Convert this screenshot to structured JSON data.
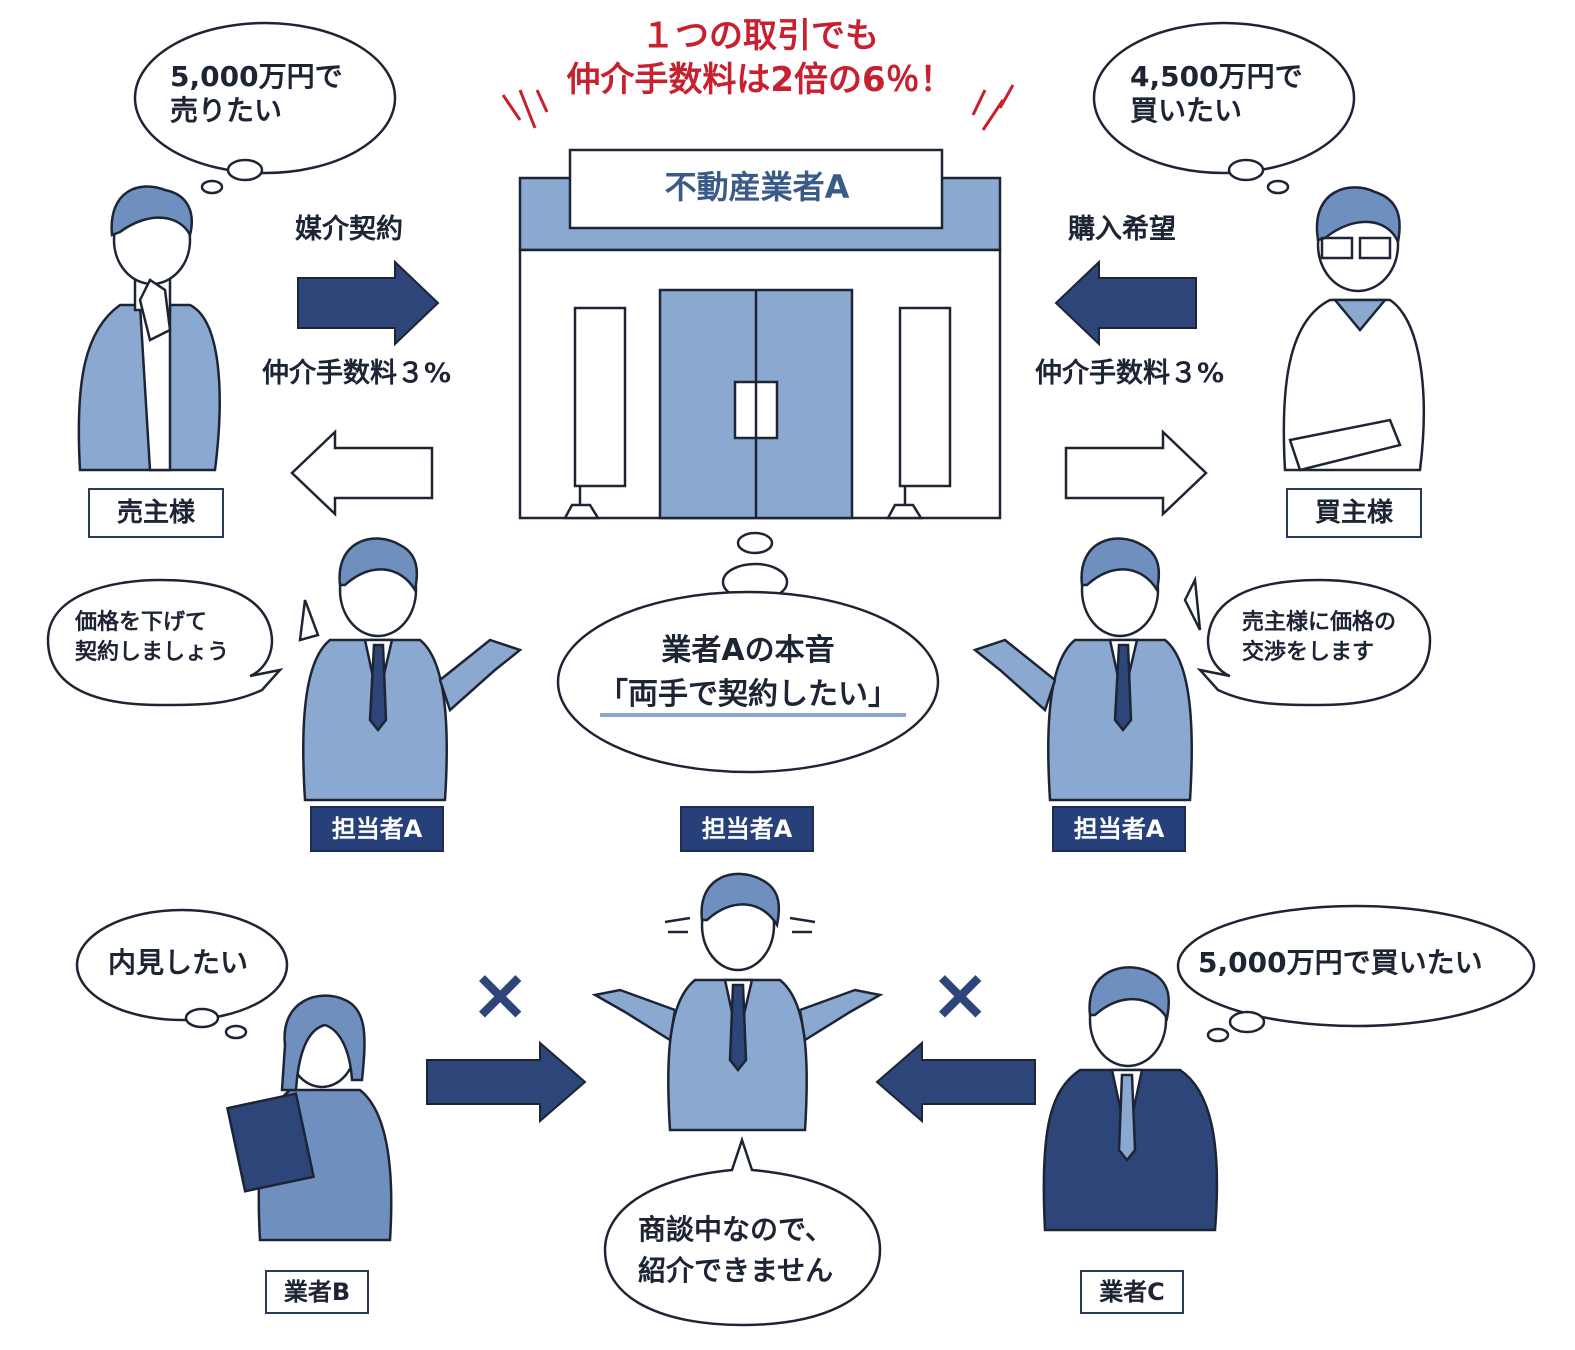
{
  "headline": {
    "line1": "１つの取引でも",
    "line2": "仲介手数料は2倍の6％！"
  },
  "building": {
    "sign": "不動産業者A"
  },
  "seller": {
    "thought": "5,000万円で\n売りたい",
    "label": "売主様",
    "arrow_label_top": "媒介契約",
    "arrow_label_bottom": "仲介手数料３%"
  },
  "buyer": {
    "thought": "4,500万円で\n買いたい",
    "label": "買主様",
    "arrow_label_top": "購入希望",
    "arrow_label_bottom": "仲介手数料３%"
  },
  "agent_left": {
    "speech": "価格を下げて\n契約しましょう",
    "label": "担当者A"
  },
  "agent_center": {
    "voice_line1": "業者Aの本音",
    "voice_line2": "「両手で契約したい」",
    "label": "担当者A"
  },
  "agent_right": {
    "speech": "売主様に価格の\n交渉をします",
    "label": "担当者A"
  },
  "bottom": {
    "agent_b": {
      "thought": "内見したい",
      "label": "業者B"
    },
    "agent_c": {
      "thought": "5,000万円で買いたい",
      "label": "業者C"
    },
    "blocked_mark": "×",
    "center_speech": "商談中なので、\n紹介できません"
  },
  "colors": {
    "navy": "#2d4578",
    "light_blue": "#8ba8d0",
    "mid_blue": "#6f8fbf",
    "red": "#c8202f",
    "outline": "#1d2535"
  }
}
